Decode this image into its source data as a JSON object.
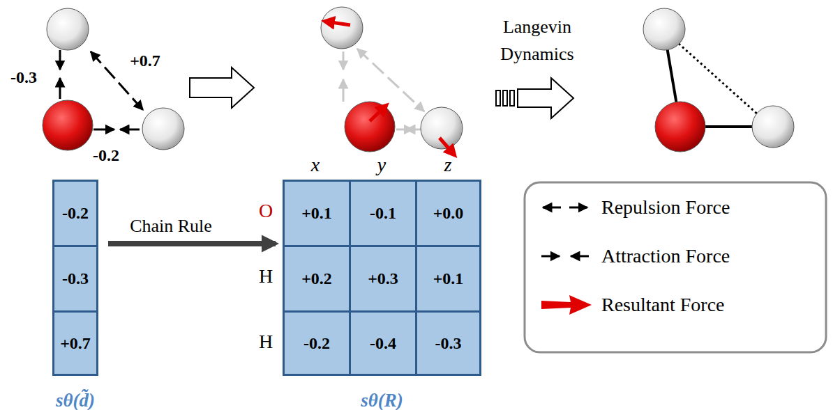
{
  "diagram": {
    "nodes": [
      {
        "text": [
          "-0.2",
          "-0.3",
          "+0.7",
          "sθ(d̃)"
        ]
      },
      {
        "text": [
          "+0.1",
          "-0.1",
          "+0.0",
          "+0.2",
          "+0.3",
          "+0.1",
          "-0.2",
          "-0.4",
          "-0.3",
          "sθ(R)"
        ]
      }
    ],
    "edges": [
      {
        "from": 0,
        "to": 1,
        "arrow": "to",
        "label": "Chain Rule"
      }
    ],
    "labels": [
      "-0.3",
      "+0.7",
      "-0.2",
      "Langevin Dynamics",
      "x",
      "y",
      "z",
      "O",
      "H",
      "H"
    ],
    "legend": [
      {
        "text": "Repulsion Force"
      },
      {
        "text": "Attraction Force"
      },
      {
        "text": "Resultant Force"
      }
    ]
  }
}
